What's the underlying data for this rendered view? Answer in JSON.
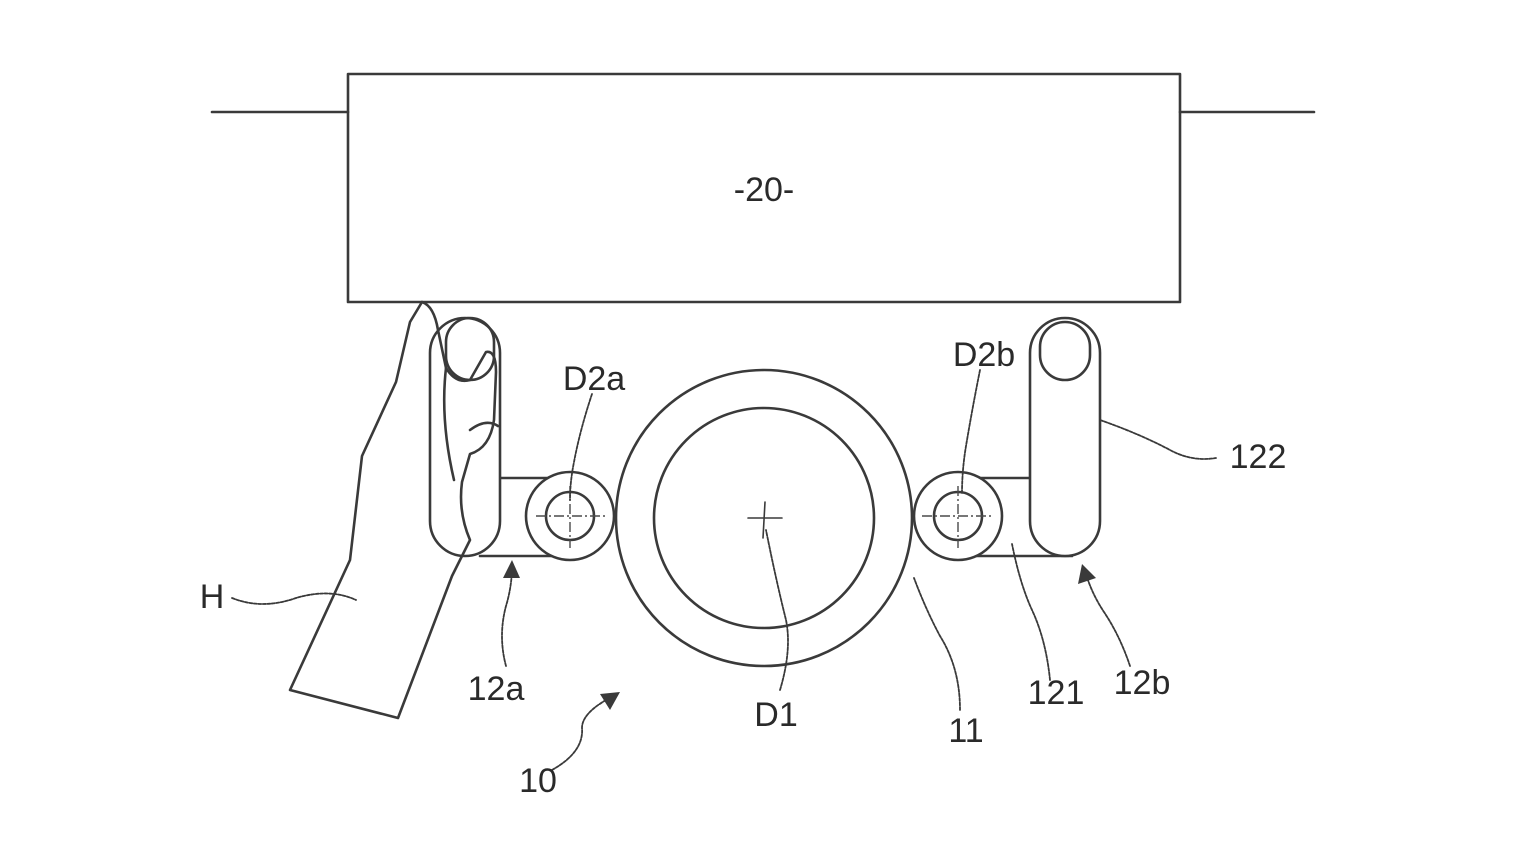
{
  "figure": {
    "box_label": "-20-",
    "labels": {
      "d2a": "D2a",
      "d2b": "D2b",
      "d1": "D1",
      "h": "H",
      "ref_12a": "12a",
      "ref_12b": "12b",
      "ref_10": "10",
      "ref_11": "11",
      "ref_121": "121",
      "ref_122": "122"
    }
  }
}
